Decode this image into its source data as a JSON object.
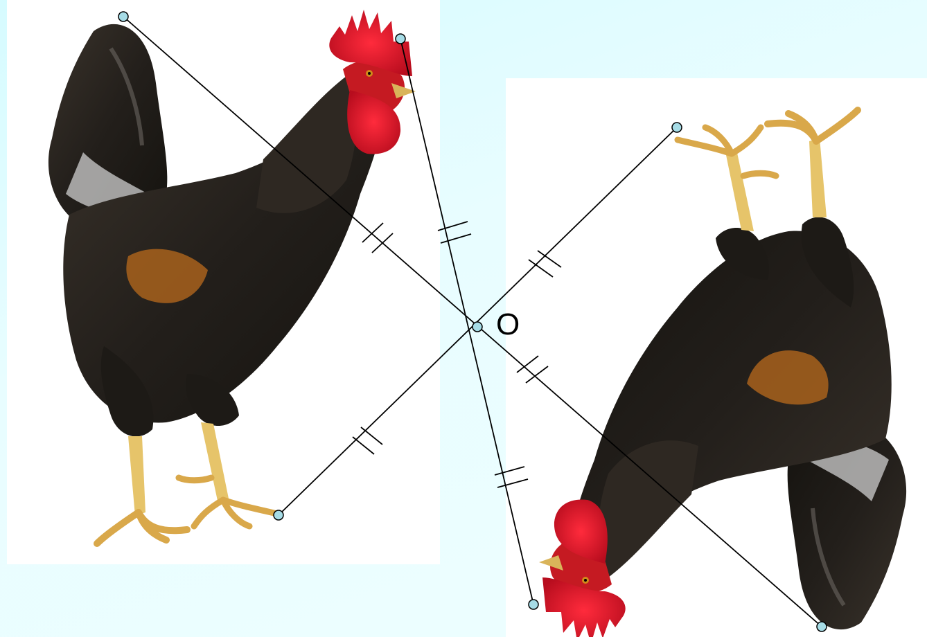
{
  "center_label": "O",
  "colors": {
    "background": "#e4fcff",
    "panel": "#ffffff",
    "line": "#000000",
    "point_fill": "#a6dce6",
    "comb": "#d8122a",
    "plumage": "#2a2620",
    "leg": "#e6c46a"
  },
  "icons": {
    "left_figure": "rooster-upright",
    "right_figure": "rooster-rotated-180"
  }
}
